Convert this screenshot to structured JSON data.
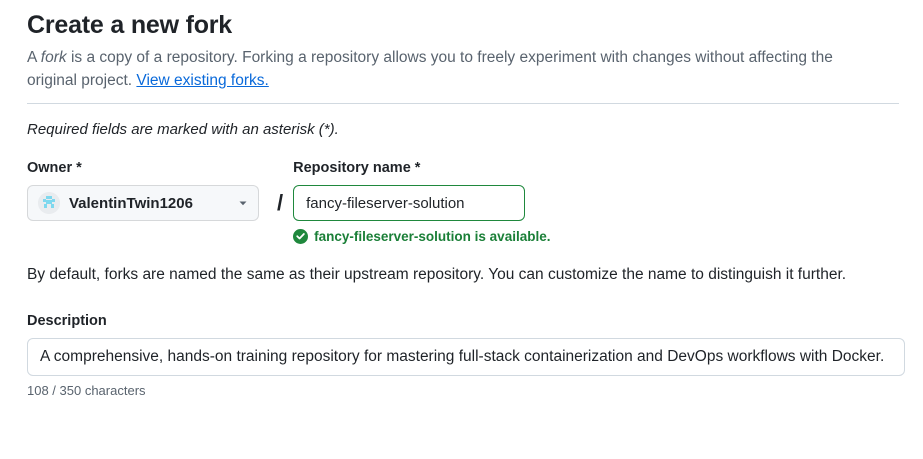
{
  "header": {
    "title": "Create a new fork",
    "intro_prefix": "A ",
    "intro_em": "fork",
    "intro_body": " is a copy of a repository. Forking a repository allows you to freely experiment with changes without affecting the original project. ",
    "intro_link": "View existing forks."
  },
  "required_note": "Required fields are marked with an asterisk (*).",
  "owner": {
    "label": "Owner *",
    "value": "ValentinTwin1206",
    "avatar_icon": "user-avatar-identicon",
    "chevron_icon": "chevron-down-icon",
    "separator": "/"
  },
  "repository": {
    "label": "Repository name *",
    "value": "fancy-fileserver-solution",
    "placeholder": "",
    "availability_icon": "check-circle-fill-icon",
    "availability_text": "fancy-fileserver-solution is available.",
    "border_color": "#1f883d",
    "availability_color": "#1a7f37"
  },
  "default_note": "By default, forks are named the same as their upstream repository. You can customize the name to distinguish it further.",
  "description": {
    "label": "Description",
    "value": "A comprehensive, hands-on training repository for mastering full-stack containerization and DevOps workflows with Docker.",
    "placeholder": "",
    "char_count": "108 / 350 characters"
  },
  "colors": {
    "link": "#0969da",
    "text": "#1f2328",
    "muted": "#59636e",
    "border": "#d1d9e0",
    "success": "#1f883d",
    "surface": "#f6f8fa"
  }
}
